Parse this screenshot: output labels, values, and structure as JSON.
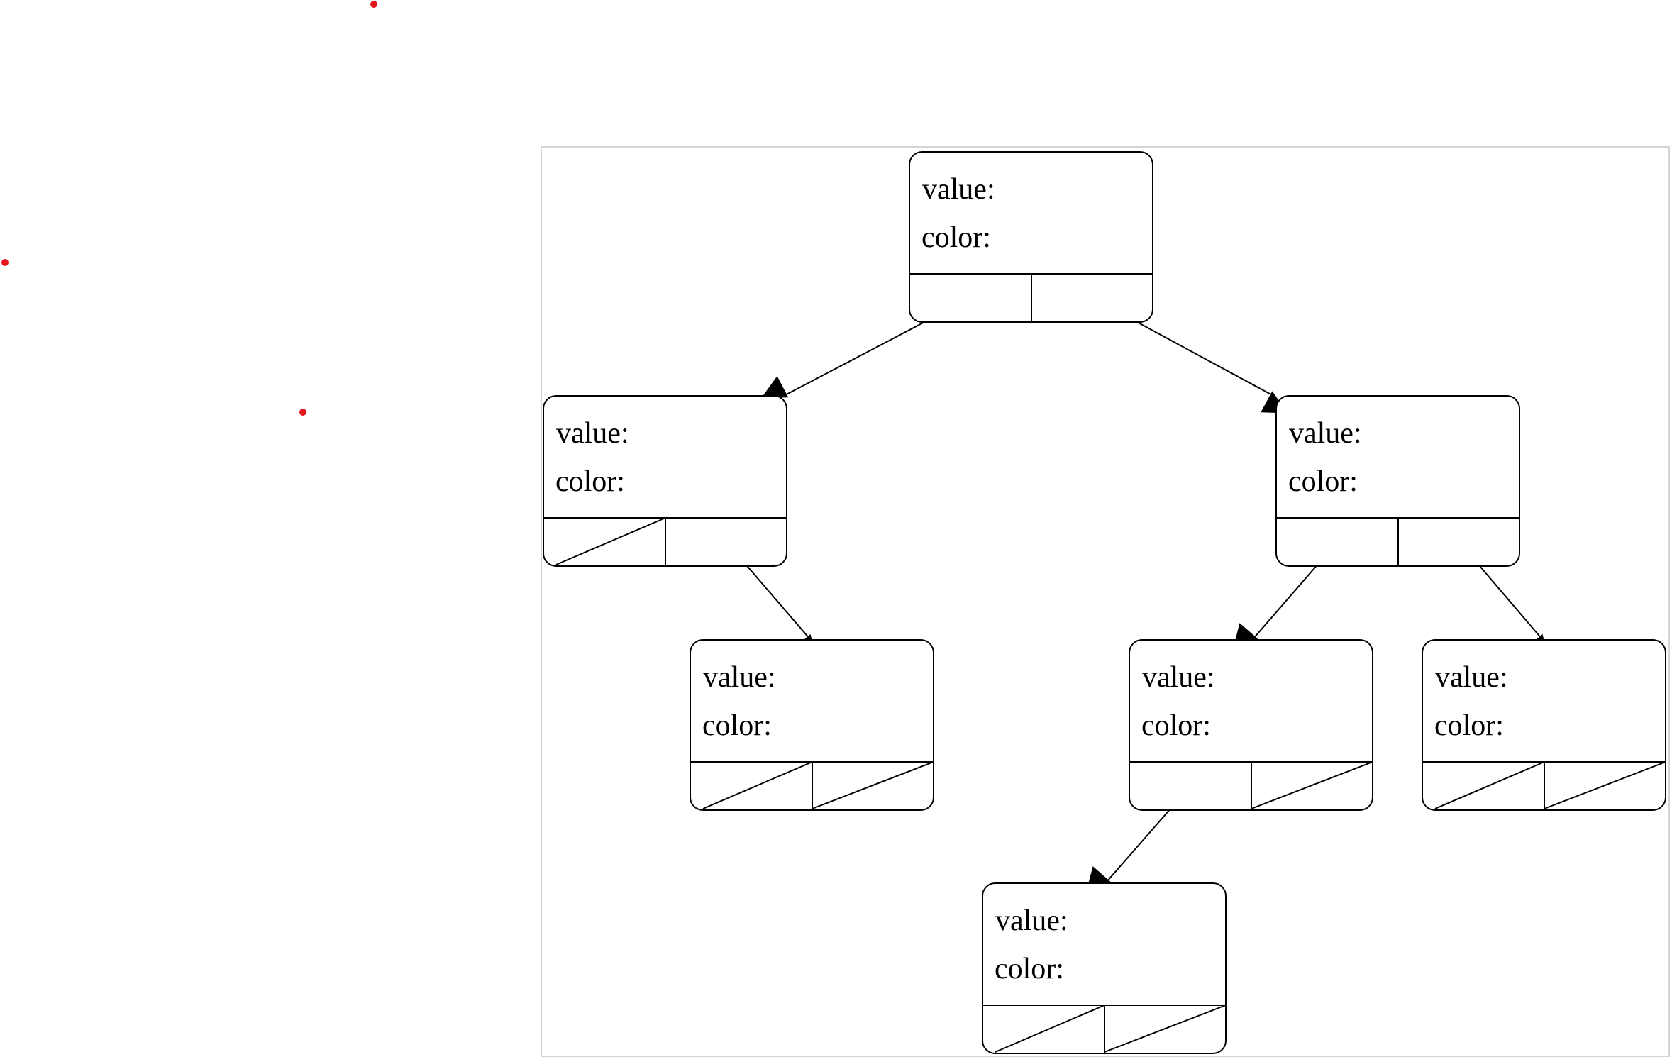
{
  "labels": {
    "value": "value:",
    "color": "color:"
  },
  "colors": {
    "marker": "#e5161b",
    "frame": "#d4d4d4",
    "line": "#000000"
  },
  "tree": {
    "nodes": [
      {
        "id": "root",
        "left": "child",
        "right": "child"
      },
      {
        "id": "left",
        "left": "null",
        "right": "child"
      },
      {
        "id": "right",
        "left": "child",
        "right": "child"
      },
      {
        "id": "left-right",
        "left": "null",
        "right": "null"
      },
      {
        "id": "right-left",
        "left": "child",
        "right": "null"
      },
      {
        "id": "right-right",
        "left": "null",
        "right": "null"
      },
      {
        "id": "right-left-left",
        "left": "null",
        "right": "null"
      }
    ],
    "edges": [
      {
        "from": "root",
        "slot": "left",
        "to": "left"
      },
      {
        "from": "root",
        "slot": "right",
        "to": "right"
      },
      {
        "from": "left",
        "slot": "right",
        "to": "left-right"
      },
      {
        "from": "right",
        "slot": "left",
        "to": "right-left"
      },
      {
        "from": "right",
        "slot": "right",
        "to": "right-right"
      },
      {
        "from": "right-left",
        "slot": "left",
        "to": "right-left-left"
      }
    ]
  }
}
